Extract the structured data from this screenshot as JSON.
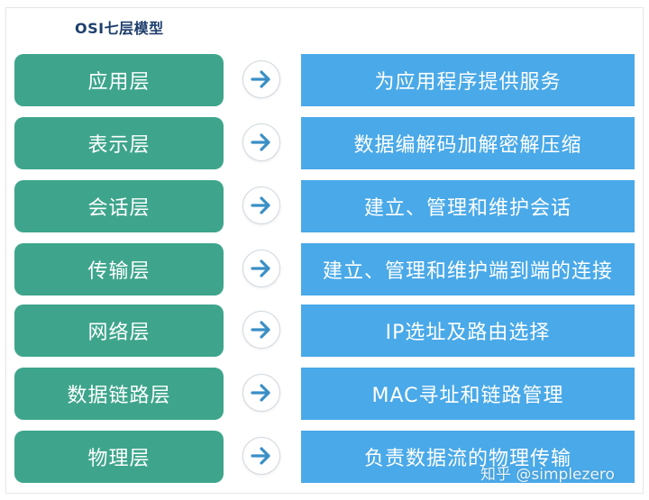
{
  "title": "OSI七层模型",
  "layers": [
    {
      "name": "应用层",
      "desc": "为应用程序提供服务"
    },
    {
      "name": "表示层",
      "desc": "数据编解码加解密解压缩"
    },
    {
      "name": "会话层",
      "desc": "建立、管理和维护会话"
    },
    {
      "name": "传输层",
      "desc": "建立、管理和维护端到端的连接"
    },
    {
      "name": "网络层",
      "desc": "IP选址及路由选择"
    },
    {
      "name": "数据链路层",
      "desc": "MAC寻址和链路管理"
    },
    {
      "name": "物理层",
      "desc": "负责数据流的物理传输"
    }
  ],
  "icons": {
    "arrow": "arrow-right-icon"
  },
  "colors": {
    "layer": "#3ea58c",
    "desc": "#4aa9e8",
    "arrow": "#3a8fc6",
    "title": "#1e3f6e"
  },
  "watermark": "知乎 @simplezero"
}
